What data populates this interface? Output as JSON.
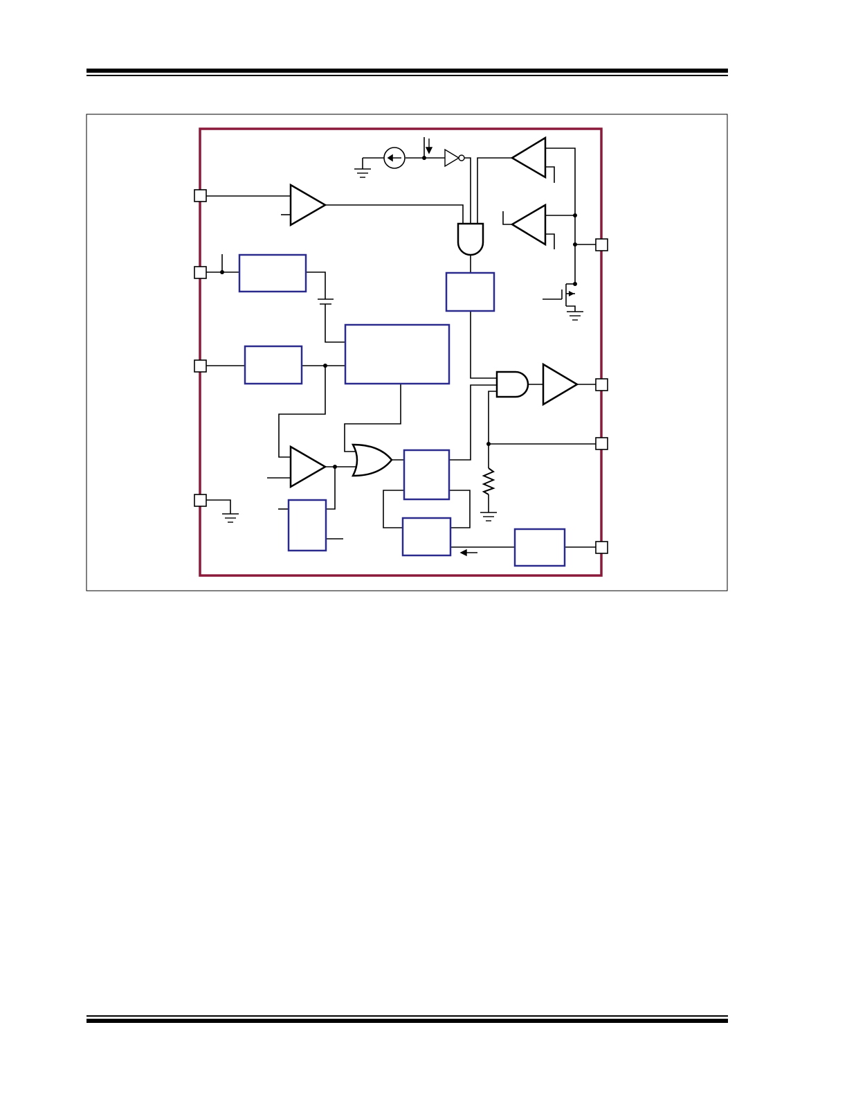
{
  "colors": {
    "package_outline": "#8b1a3a",
    "block_outline": "#2a2a8c",
    "wire": "#000000",
    "frame": "#000000"
  },
  "diagram": {
    "pins": [
      "pin-1",
      "pin-2",
      "pin-3",
      "pin-4",
      "pin-5",
      "pin-6",
      "pin-7",
      "pin-8"
    ],
    "blocks": [
      "block-a",
      "block-b",
      "block-c",
      "block-d",
      "block-e",
      "block-f",
      "block-g",
      "block-h"
    ],
    "icons": [
      "current-source-icon",
      "ground-icon",
      "buffer-triangle-icon",
      "inverter-icon",
      "and-gate-icon",
      "or-gate-icon",
      "resistor-icon",
      "nmos-transistor-icon",
      "arrow-left-icon",
      "arrow-down-icon"
    ]
  }
}
